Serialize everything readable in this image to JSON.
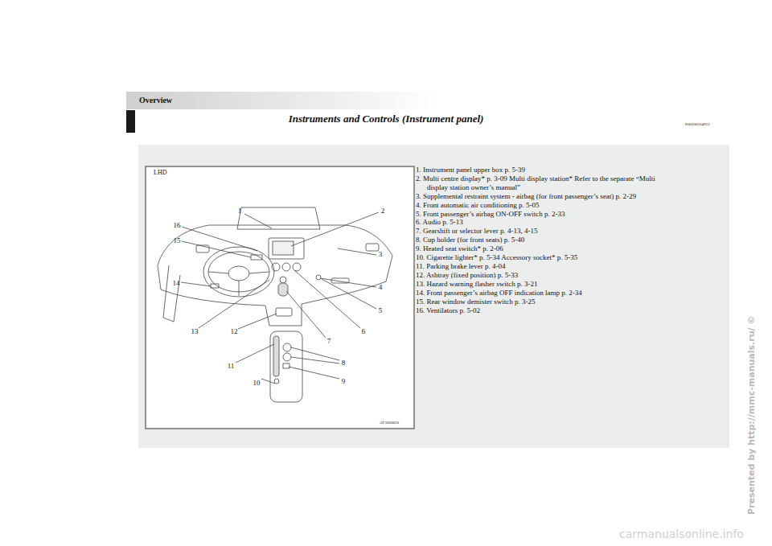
{
  "diagram": {
    "title": "Instruments and Controls (Instrument panel)",
    "labels": [
      "Overview",
      "E00100104913",
      "LHD",
      "1",
      "2",
      "3",
      "4",
      "5",
      "6",
      "7",
      "8",
      "9",
      "10",
      "11",
      "12",
      "13",
      "14",
      "15",
      "16",
      "AF5000620",
      "1. Instrument panel upper box p. 5-39",
      "2. Multi centre display* p. 3-09 Multi display station* Refer to the separate “Multi display station owner’s manual”",
      "3. Supplemental restraint system - airbag (for front passenger’s seat) p. 2-29",
      "4. Front automatic air conditioning p. 5-05",
      "5. Front passenger’s airbag ON-OFF switch p. 2-33",
      "6. Audio p. 5-13",
      "7. Gearshift or selector lever p. 4-13, 4-15",
      "8. Cup holder (for front seats) p. 5-40",
      "9. Heated seat switch* p. 2-06",
      "10. Cigarette lighter* p. 5-34 Accessory socket* p. 5-35",
      "11. Parking brake lever p. 4-04",
      "12. Ashtray (fixed position) p. 5-33",
      "13. Hazard warning flasher switch p. 3-21",
      "14. Front passenger’s airbag OFF indication lamp p. 2-34",
      "15. Rear window demister switch p. 3-25",
      "16. Ventilators p. 5-02",
      "Presented by http://mmc-manuals.ru/ ©",
      "carmanualsonline.info"
    ]
  }
}
